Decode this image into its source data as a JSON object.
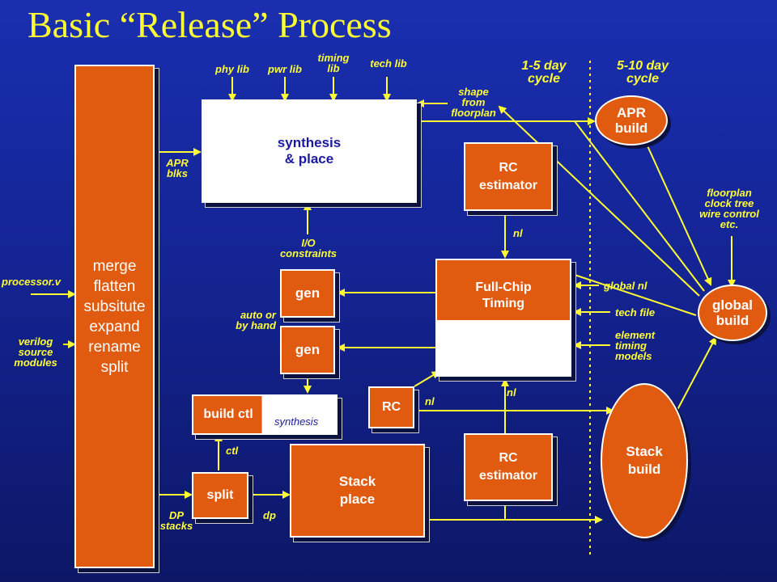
{
  "title": "Basic “Release” Process",
  "colors": {
    "background": "#142494",
    "box": "#e05a10",
    "label": "#ffff33",
    "wire": "#ffff33"
  },
  "cycles": {
    "short": "1-5 day\ncycle",
    "long": "5-10 day\ncycle"
  },
  "boxes": {
    "merge": "merge\nflatten\nsubsitute\nexpand\nrename\nsplit",
    "synthesis": "synthesis\n& place",
    "rc_estimator_top": "RC\nestimator",
    "full_chip": "Full-Chip\nTiming",
    "gen_top": "gen",
    "gen_bottom": "gen",
    "build_ctl": "build ctl",
    "build_ctl_sub": "synthesis",
    "rc_small": "RC",
    "rc_estimator_bottom": "RC\nestimator",
    "split": "split",
    "stack_place": "Stack\nplace",
    "apr_build": "APR\nbuild",
    "global_build": "global\nbuild",
    "stack_build": "Stack\nbuild"
  },
  "labels": {
    "phy_lib": "phy lib",
    "pwr_lib": "pwr lib",
    "timing_lib": "timing\nlib",
    "tech_lib": "tech lib",
    "shape": "shape\nfrom\nfloorplan",
    "apr_blks": "APR\nblks",
    "io_constraints": "I/O\nconstraints",
    "auto_or_hand": "auto or\nby hand",
    "processor_v": "processor.v",
    "verilog": "verilog\nsource\nmodules",
    "nl_top": "nl",
    "nl_rc": "nl",
    "nl_bottom": "nl",
    "ctl": "ctl",
    "dp_stacks": "DP\nstacks",
    "dp": "dp",
    "floorplan": "floorplan\nclock  tree\nwire control\netc.",
    "global_nl": "global nl",
    "tech_file": "tech file",
    "element_timing": "element\ntiming\nmodels"
  }
}
